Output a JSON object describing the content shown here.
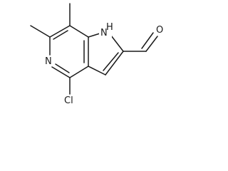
{
  "molecule": {
    "atoms": {
      "nh": "N",
      "nh_h": "H",
      "pyridine_n": "N",
      "chlorine": "Cl",
      "oxygen": "O"
    }
  }
}
